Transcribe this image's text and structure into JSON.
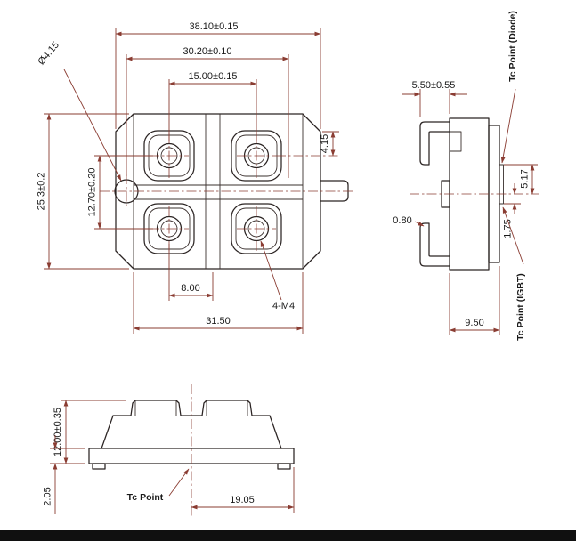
{
  "colors": {
    "background": "#ffffff",
    "geometry_line": "#2b2423",
    "dimension_line": "#8a3c32",
    "text": "#1a1a1a",
    "sheet_edge_bar": "#101010"
  },
  "top_view": {
    "overall_width": "38.10±0.15",
    "hole_span": "30.20±0.10",
    "terminal_pitch_x": "15.00±0.15",
    "mount_hole_dia": "Ø4.15",
    "overall_depth": "25.3±0.2",
    "terminal_pitch_y": "12.70±0.20",
    "tab_offset": "4.15",
    "pad_offset": "8.00",
    "body_width": "31.50",
    "thread_callout": "4-M4"
  },
  "side_view": {
    "lead_length": "5.50±0.55",
    "lead_thickness": "0.80",
    "body_depth": "9.50",
    "tc_diode_offset": "5.17",
    "tc_igbt_offset": "1.75",
    "tc_diode_label": "Tc Point (Diode)",
    "tc_igbt_label": "Tc Point (IGBT)"
  },
  "front_view": {
    "overall_height": "12.00±0.35",
    "base_thickness": "2.05",
    "center_to_edge": "19.05",
    "tc_label": "Tc Point"
  }
}
